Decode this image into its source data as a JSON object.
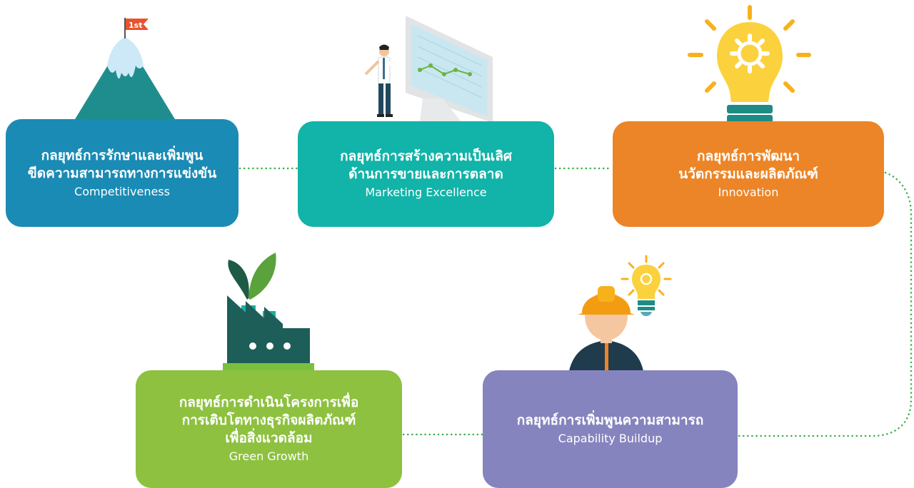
{
  "strategies": [
    {
      "id": "competitiveness",
      "th_lines": [
        "กลยุทธ์การรักษาและเพิ่มพูน",
        "ขีดความสามารถทางการแข่งขัน"
      ],
      "en": "Competitiveness",
      "color": "#1a8bb4"
    },
    {
      "id": "marketing",
      "th_lines": [
        "กลยุทธ์การสร้างความเป็นเลิศ",
        "ด้านการขายและการตลาด"
      ],
      "en": "Marketing Excellence",
      "color": "#12b3a8"
    },
    {
      "id": "innovation",
      "th_lines": [
        "กลยุทธ์การพัฒนา",
        "นวัตกรรมและผลิตภัณฑ์"
      ],
      "en": "Innovation",
      "color": "#ec8527"
    },
    {
      "id": "capability",
      "th_lines": [
        "กลยุทธ์การเพิ่มพูนความสามารถ"
      ],
      "en": "Capability Buildup",
      "color": "#8684be"
    },
    {
      "id": "green",
      "th_lines": [
        "กลยุทธ์การดำเนินโครงการเพื่อ",
        "การเติบโตทางธุรกิจผลิตภัณฑ์",
        "เพื่อสิ่งแวดล้อม"
      ],
      "en": "Green Growth",
      "color": "#8dc13f"
    }
  ],
  "icons": {
    "competitiveness": "mountain-flag-icon",
    "marketing": "presenter-monitor-icon",
    "innovation": "lightbulb-gear-icon",
    "capability": "engineer-idea-icon",
    "green": "factory-sprout-icon"
  },
  "badges": {
    "flag": "1st"
  },
  "connector_color": "#3fae49"
}
